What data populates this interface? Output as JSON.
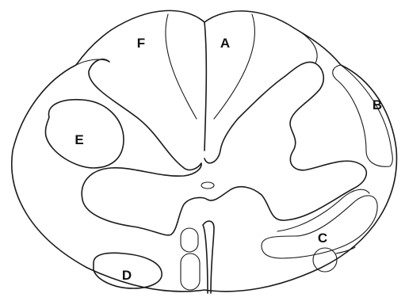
{
  "labels": {
    "A": "A",
    "B": "B",
    "C": "C",
    "D": "D",
    "E": "E",
    "F": "F"
  },
  "colors": {
    "stroke": "#1a1a1a",
    "background": "#ffffff"
  }
}
